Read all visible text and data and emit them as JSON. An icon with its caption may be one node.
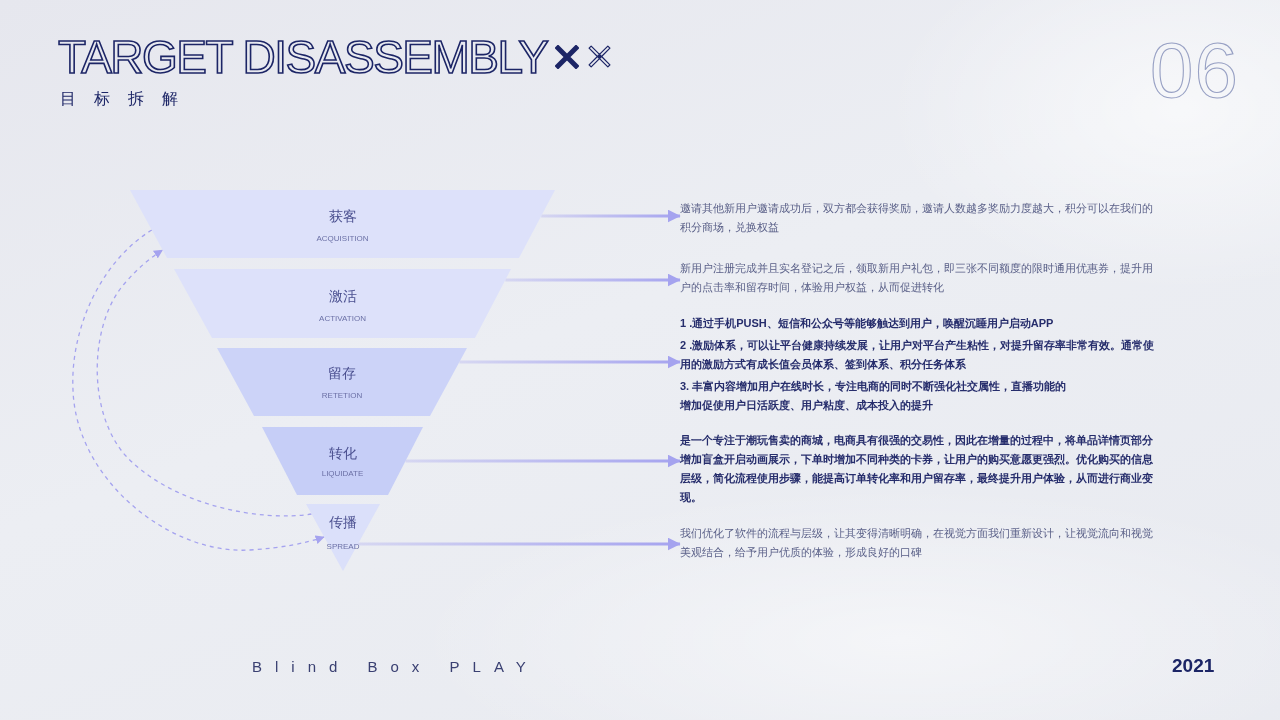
{
  "diagram": {
    "title": "TARGET DISASSEMBLY",
    "nodes": [
      {
        "text": [
          "获客",
          "ACQUISITION"
        ]
      },
      {
        "text": [
          "激活",
          "ACTIVATION"
        ]
      },
      {
        "text": [
          "留存",
          "RETETION"
        ]
      },
      {
        "text": [
          "转化",
          "LIQUIDATE"
        ]
      },
      {
        "text": [
          "传播",
          "SPREAD"
        ]
      },
      {
        "text": [
          "邀请其他新用户邀请成功后，双方都会获得奖励，邀请人数越多奖励力度越大，积分可以在我们的积分商场，兑换权益"
        ]
      },
      {
        "text": [
          "新用户注册完成并且实名登记之后，领取新用户礼包，即三张不同额度的限时通用优惠券，提升用户的点击率和留存时间，体验用户权益，从而促进转化"
        ]
      },
      {
        "text": [
          "1 .通过手机PUSH、短信和公众号等能够触达到用户，唤醒沉睡用户启动APP",
          "2 .激励体系，可以让平台健康持续发展，让用户对平台产生粘性，对提升留存率非常有效。通常使用的激励方式有成长值会员体系、签到体系、积分任务体系",
          "3. 丰富内容增加用户在线时长，专注电商的同时不断强化社交属性，直播功能的增加促使用户日活跃度、用户粘度、成本投入的提升"
        ]
      },
      {
        "text": [
          "是一个专注于潮玩售卖的商城，电商具有很强的交易性，因此在增量的过程中，将单品详情页部分增加盲盒开启动画展示，下单时增加不同种类的卡券，让用户的购买意愿更强烈。优化购买的信息层级，简化流程使用步骤，能提高订单转化率和用户留存率，最终提升用户体验，从而进行商业变现。"
        ]
      },
      {
        "text": [
          "我们优化了软件的流程与层级，让其变得清晰明确，在视觉方面我们重新设计，让视觉流向和视觉美观结合，给予用户优质的体验，形成良好的口碑"
        ]
      }
    ],
    "edges": [
      {
        "from": 0,
        "to": 5,
        "arrow": "to"
      },
      {
        "from": 1,
        "to": 6,
        "arrow": "to"
      },
      {
        "from": 2,
        "to": 7,
        "arrow": "to"
      },
      {
        "from": 3,
        "to": 8,
        "arrow": "to"
      },
      {
        "from": 4,
        "to": 9,
        "arrow": "to"
      },
      {
        "from": 0,
        "to": 4,
        "arrow": "to",
        "style": "dashed"
      },
      {
        "from": 4,
        "to": 0,
        "arrow": "to",
        "style": "dashed"
      }
    ],
    "labels": [
      "06",
      "目标拆解",
      "Blind Box PLAY",
      "2021"
    ]
  }
}
